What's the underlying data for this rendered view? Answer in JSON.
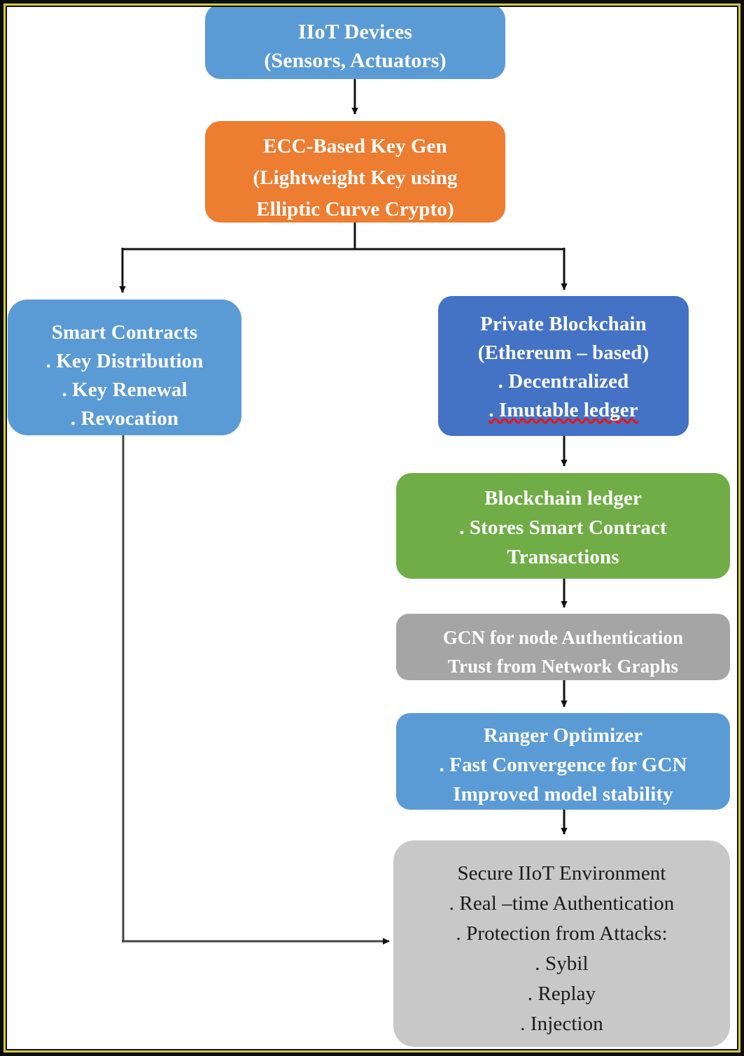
{
  "figure": {
    "title": "IIoT Security Architecture Flowchart",
    "background": "#ffffff",
    "frame_color": "#0d0d0d",
    "frame_accent_color": "#cfcf3f"
  },
  "palette": {
    "light_blue": "#5B9BD5",
    "dark_blue": "#4472C4",
    "orange": "#ED7D31",
    "green": "#70AD47",
    "mid_gray": "#A5A5A5",
    "light_gray": "#C8C8C8",
    "connector": "#000000",
    "spellcheck_underline": "#ee1111",
    "text_light": "#ffffff",
    "text_dark": "#1a1a1a"
  },
  "nodes": {
    "iiot_devices": {
      "color": "#5B9BD5",
      "lines": [
        "IIoT Devices",
        "(Sensors, Actuators)"
      ]
    },
    "ecc_key_gen": {
      "color": "#ED7D31",
      "lines": [
        "ECC-Based Key Gen",
        "(Lightweight Key using",
        "Elliptic Curve Crypto)"
      ]
    },
    "smart_contracts": {
      "color": "#5B9BD5",
      "lines": [
        "Smart Contracts",
        ". Key Distribution",
        ". Key Renewal",
        ". Revocation"
      ]
    },
    "private_blockchain": {
      "color": "#4472C4",
      "lines": [
        "Private Blockchain",
        "(Ethereum – based)",
        ". Decentralized",
        ". Imutable ledger"
      ],
      "misspelled_line": ". Imutable ledger"
    },
    "blockchain_ledger": {
      "color": "#70AD47",
      "lines": [
        "Blockchain ledger",
        ". Stores Smart Contract",
        "Transactions"
      ]
    },
    "gcn_authentication": {
      "color": "#A5A5A5",
      "lines": [
        "GCN for node Authentication",
        "Trust from Network Graphs"
      ]
    },
    "ranger_optimizer": {
      "color": "#5B9BD5",
      "lines": [
        "Ranger Optimizer",
        ". Fast Convergence for GCN",
        "Improved model stability"
      ]
    },
    "secure_environment": {
      "color": "#C8C8C8",
      "lines": [
        "Secure IIoT Environment",
        ". Real –time Authentication",
        ". Protection from Attacks:",
        ". Sybil",
        ". Replay",
        ". Injection"
      ]
    }
  },
  "edges": [
    {
      "name": "iiot-to-ecc",
      "from": "iiot_devices",
      "to": "ecc_key_gen",
      "style": "straight-arrow-down"
    },
    {
      "name": "ecc-to-smart-contracts",
      "from": "ecc_key_gen",
      "to": "smart_contracts",
      "style": "branch-left-arrow-down"
    },
    {
      "name": "ecc-to-private-blockchain",
      "from": "ecc_key_gen",
      "to": "private_blockchain",
      "style": "branch-right-arrow-down"
    },
    {
      "name": "blockchain-to-ledger",
      "from": "private_blockchain",
      "to": "blockchain_ledger",
      "style": "straight-arrow-down"
    },
    {
      "name": "ledger-to-gcn",
      "from": "blockchain_ledger",
      "to": "gcn_authentication",
      "style": "straight-arrow-down"
    },
    {
      "name": "gcn-to-ranger",
      "from": "gcn_authentication",
      "to": "ranger_optimizer",
      "style": "straight-arrow-down"
    },
    {
      "name": "ranger-to-secure",
      "from": "ranger_optimizer",
      "to": "secure_environment",
      "style": "straight-arrow-down"
    },
    {
      "name": "smart-contracts-to-secure",
      "from": "smart_contracts",
      "to": "secure_environment",
      "style": "elbow-down-then-right-arrow"
    }
  ]
}
